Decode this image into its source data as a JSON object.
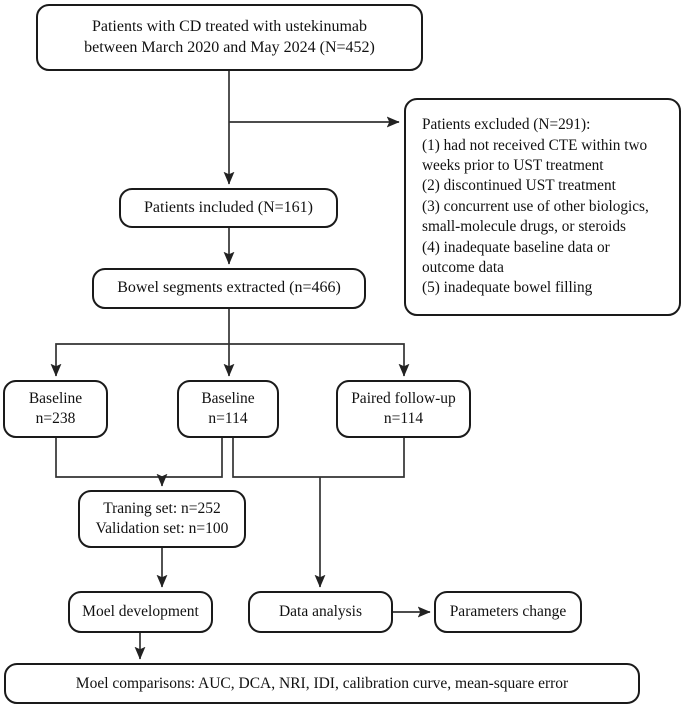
{
  "diagram": {
    "type": "flowchart",
    "title": "Patient selection and model development flow",
    "style": {
      "background": "#ffffff",
      "border_color": "#1a1a1a",
      "text_color": "#111111",
      "line_color": "#333333"
    },
    "nodes": {
      "top": "Patients with CD treated with ustekinumab\nbetween March 2020 and May 2024 (N=452)",
      "excluded": "Patients excluded (N=291):\n(1) had not received CTE within two\n      weeks prior to UST treatment\n(2) discontinued UST treatment\n(3) concurrent use of other biologics,\n      small-molecule drugs, or steroids\n(4) inadequate baseline data or\n      outcome data\n(5) inadequate bowel filling",
      "included": "Patients included (N=161)",
      "segments": "Bowel segments extracted (n=466)",
      "baseline_238": "Baseline\nn=238",
      "baseline_114": "Baseline\nn=114",
      "paired_followup": "Paired follow-up\nn=114",
      "sets": "Traning set: n=252\nValidation set: n=100",
      "model_development": "Moel development",
      "data_analysis": "Data analysis",
      "parameters_change": "Parameters change",
      "model_comparisons": "Moel comparisons: AUC, DCA, NRI, IDI, calibration curve, mean-square error"
    },
    "counts": {
      "total_screened": 452,
      "excluded": 291,
      "included": 161,
      "bowel_segments": 466,
      "baseline_a": 238,
      "baseline_b": 114,
      "paired_followup": 114,
      "training_set": 252,
      "validation_set": 100
    },
    "edges": [
      {
        "from": "top",
        "to": "included",
        "kind": "vertical-arrow"
      },
      {
        "from": "top",
        "to": "excluded",
        "kind": "branch-right-arrow"
      },
      {
        "from": "included",
        "to": "segments",
        "kind": "vertical-arrow"
      },
      {
        "from": "segments",
        "to": "baseline_238",
        "kind": "split-arrow"
      },
      {
        "from": "segments",
        "to": "baseline_114",
        "kind": "split-arrow"
      },
      {
        "from": "segments",
        "to": "paired_followup",
        "kind": "split-arrow"
      },
      {
        "from": "baseline_238+baseline_114",
        "to": "sets",
        "kind": "merge-arrow"
      },
      {
        "from": "baseline_114+paired_followup",
        "to": "data_analysis",
        "kind": "merge-arrow"
      },
      {
        "from": "sets",
        "to": "model_development",
        "kind": "vertical-arrow"
      },
      {
        "from": "data_analysis",
        "to": "parameters_change",
        "kind": "horizontal-arrow"
      },
      {
        "from": "model_development",
        "to": "model_comparisons",
        "kind": "vertical-arrow"
      }
    ]
  }
}
